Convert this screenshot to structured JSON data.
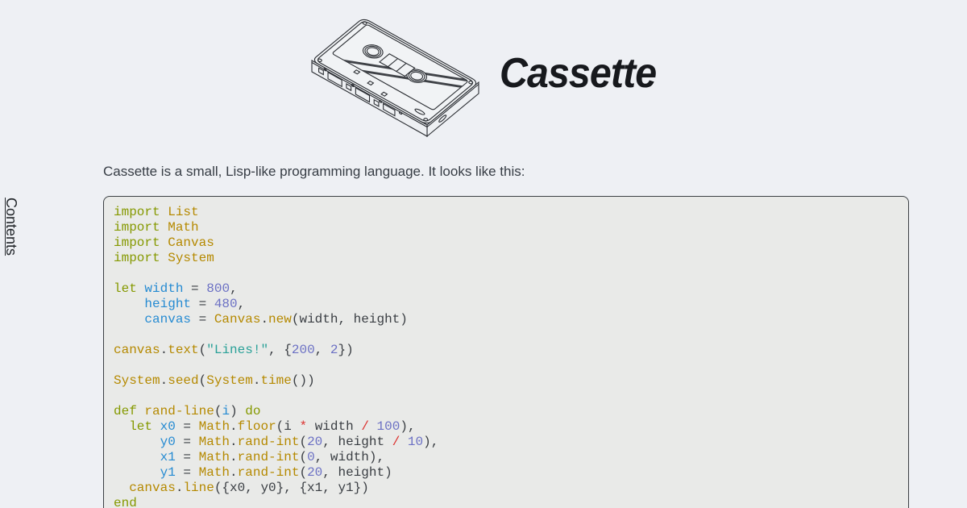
{
  "page": {
    "bg_color": "#eef0f4"
  },
  "header": {
    "title": "Cassette",
    "logo_icon": "cassette-tape-illustration"
  },
  "sidebar": {
    "contents_label": "Contents"
  },
  "intro": {
    "text": "Cassette is a small, Lisp-like programming language. It looks like this:"
  },
  "code_block": {
    "language": "cassette",
    "colors": {
      "keyword": "#859900",
      "function": "#b58900",
      "variable": "#268bd2",
      "number": "#6c71c4",
      "string": "#2aa198",
      "operator": "#dc322f",
      "default": "#3a3e43",
      "background": "#e9eae8",
      "border": "#3c4044"
    },
    "lines": [
      [
        [
          "k",
          "import"
        ],
        [
          "d",
          " "
        ],
        [
          "f",
          "List"
        ]
      ],
      [
        [
          "k",
          "import"
        ],
        [
          "d",
          " "
        ],
        [
          "f",
          "Math"
        ]
      ],
      [
        [
          "k",
          "import"
        ],
        [
          "d",
          " "
        ],
        [
          "f",
          "Canvas"
        ]
      ],
      [
        [
          "k",
          "import"
        ],
        [
          "d",
          " "
        ],
        [
          "f",
          "System"
        ]
      ],
      [],
      [
        [
          "k",
          "let"
        ],
        [
          "d",
          " "
        ],
        [
          "v",
          "width"
        ],
        [
          "d",
          " = "
        ],
        [
          "n",
          "800"
        ],
        [
          "d",
          ","
        ]
      ],
      [
        [
          "d",
          "    "
        ],
        [
          "v",
          "height"
        ],
        [
          "d",
          " = "
        ],
        [
          "n",
          "480"
        ],
        [
          "d",
          ","
        ]
      ],
      [
        [
          "d",
          "    "
        ],
        [
          "v",
          "canvas"
        ],
        [
          "d",
          " = "
        ],
        [
          "f",
          "Canvas"
        ],
        [
          "d",
          "."
        ],
        [
          "f",
          "new"
        ],
        [
          "d",
          "(width, height)"
        ]
      ],
      [],
      [
        [
          "f",
          "canvas"
        ],
        [
          "d",
          "."
        ],
        [
          "f",
          "text"
        ],
        [
          "d",
          "("
        ],
        [
          "s",
          "\"Lines!\""
        ],
        [
          "d",
          ", {"
        ],
        [
          "n",
          "200"
        ],
        [
          "d",
          ", "
        ],
        [
          "n",
          "2"
        ],
        [
          "d",
          "})"
        ]
      ],
      [],
      [
        [
          "f",
          "System"
        ],
        [
          "d",
          "."
        ],
        [
          "f",
          "seed"
        ],
        [
          "d",
          "("
        ],
        [
          "f",
          "System"
        ],
        [
          "d",
          "."
        ],
        [
          "f",
          "time"
        ],
        [
          "d",
          "())"
        ]
      ],
      [],
      [
        [
          "k",
          "def"
        ],
        [
          "d",
          " "
        ],
        [
          "f",
          "rand-line"
        ],
        [
          "d",
          "("
        ],
        [
          "v",
          "i"
        ],
        [
          "d",
          ") "
        ],
        [
          "k",
          "do"
        ]
      ],
      [
        [
          "d",
          "  "
        ],
        [
          "k",
          "let"
        ],
        [
          "d",
          " "
        ],
        [
          "v",
          "x0"
        ],
        [
          "d",
          " = "
        ],
        [
          "f",
          "Math"
        ],
        [
          "d",
          "."
        ],
        [
          "f",
          "floor"
        ],
        [
          "d",
          "(i "
        ],
        [
          "o",
          "*"
        ],
        [
          "d",
          " width "
        ],
        [
          "o",
          "/"
        ],
        [
          "d",
          " "
        ],
        [
          "n",
          "100"
        ],
        [
          "d",
          "),"
        ]
      ],
      [
        [
          "d",
          "      "
        ],
        [
          "v",
          "y0"
        ],
        [
          "d",
          " = "
        ],
        [
          "f",
          "Math"
        ],
        [
          "d",
          "."
        ],
        [
          "f",
          "rand-int"
        ],
        [
          "d",
          "("
        ],
        [
          "n",
          "20"
        ],
        [
          "d",
          ", height "
        ],
        [
          "o",
          "/"
        ],
        [
          "d",
          " "
        ],
        [
          "n",
          "10"
        ],
        [
          "d",
          "),"
        ]
      ],
      [
        [
          "d",
          "      "
        ],
        [
          "v",
          "x1"
        ],
        [
          "d",
          " = "
        ],
        [
          "f",
          "Math"
        ],
        [
          "d",
          "."
        ],
        [
          "f",
          "rand-int"
        ],
        [
          "d",
          "("
        ],
        [
          "n",
          "0"
        ],
        [
          "d",
          ", width),"
        ]
      ],
      [
        [
          "d",
          "      "
        ],
        [
          "v",
          "y1"
        ],
        [
          "d",
          " = "
        ],
        [
          "f",
          "Math"
        ],
        [
          "d",
          "."
        ],
        [
          "f",
          "rand-int"
        ],
        [
          "d",
          "("
        ],
        [
          "n",
          "20"
        ],
        [
          "d",
          ", height)"
        ]
      ],
      [
        [
          "d",
          "  "
        ],
        [
          "f",
          "canvas"
        ],
        [
          "d",
          "."
        ],
        [
          "f",
          "line"
        ],
        [
          "d",
          "({x0, y0}, {x1, y1})"
        ]
      ],
      [
        [
          "k",
          "end"
        ]
      ]
    ]
  }
}
